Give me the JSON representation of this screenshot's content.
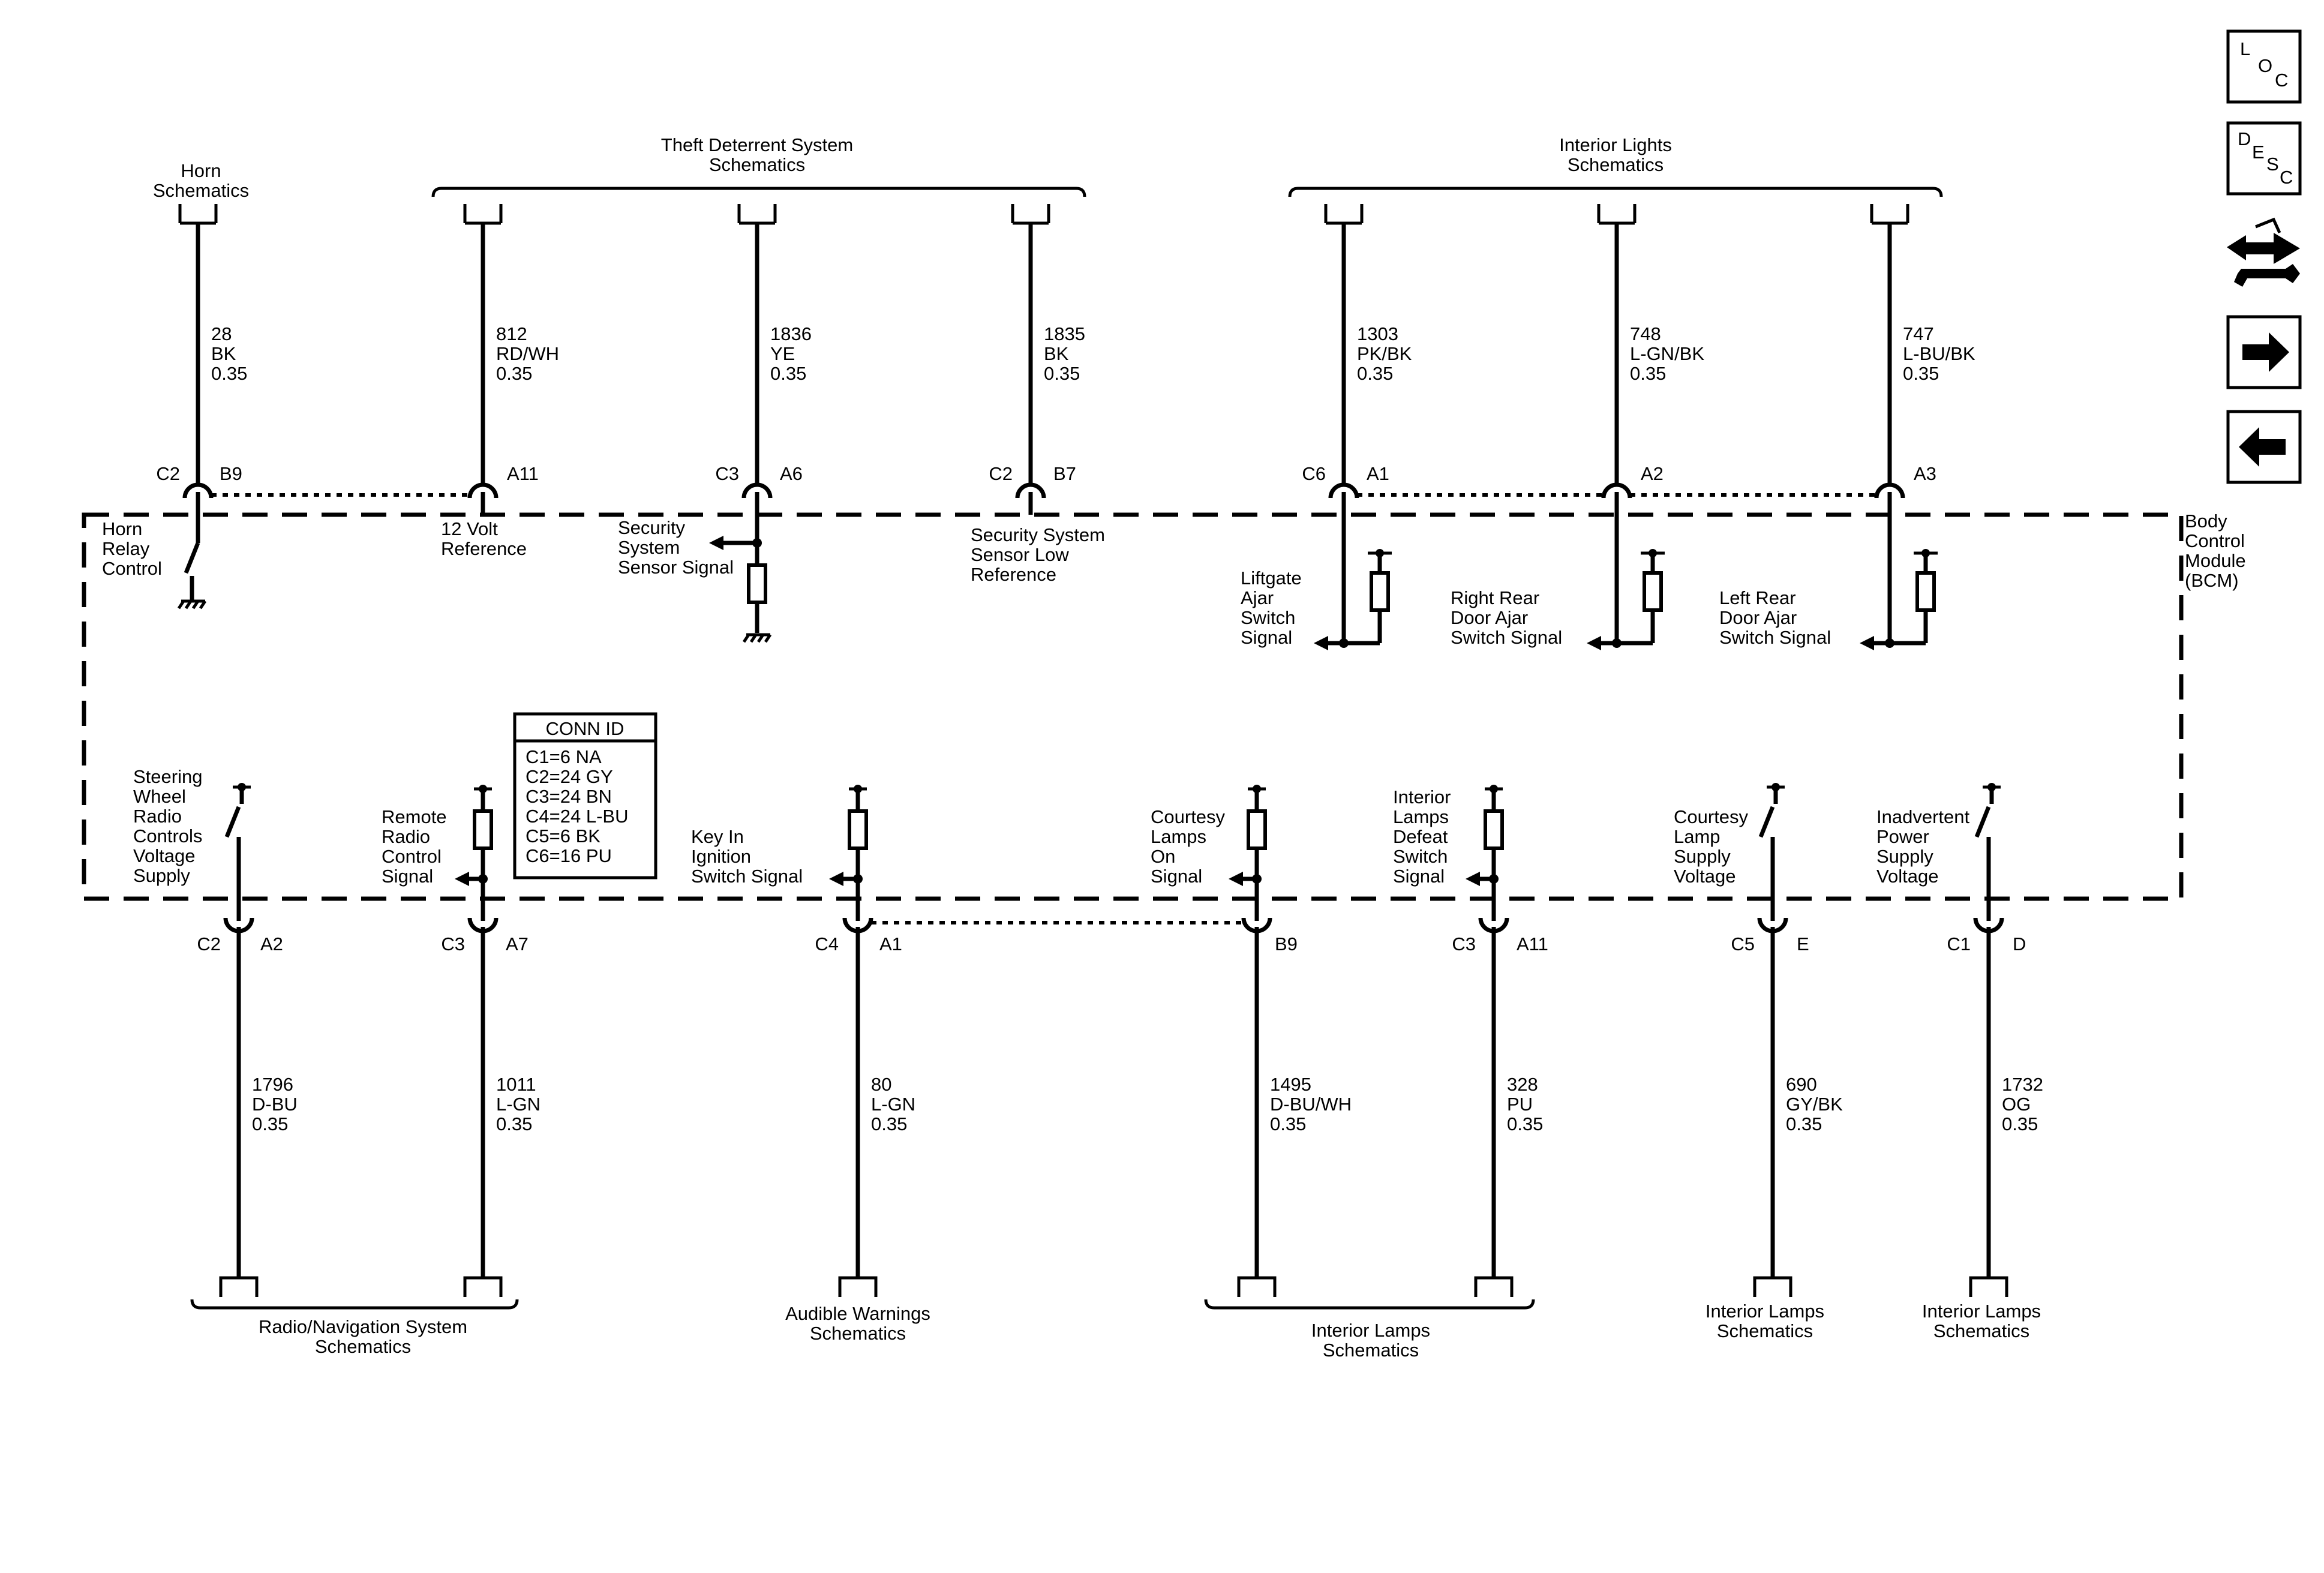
{
  "module": {
    "label_lines": [
      "Body",
      "Control",
      "Module",
      "(BCM)"
    ]
  },
  "groups": {
    "horn": [
      "Horn",
      "Schematics"
    ],
    "theft": [
      "Theft Deterrent System",
      "Schematics"
    ],
    "interior_lights": [
      "Interior Lights",
      "Schematics"
    ],
    "radio_nav": [
      "Radio/Navigation System",
      "Schematics"
    ],
    "audible": [
      "Audible Warnings",
      "Schematics"
    ],
    "interior_lamps_bracket": [
      "Interior Lamps",
      "Schematics"
    ],
    "interior_lamps_1": [
      "Interior Lamps",
      "Schematics"
    ],
    "interior_lamps_2": [
      "Interior Lamps",
      "Schematics"
    ]
  },
  "top_circuits": [
    {
      "id": "horn-relay",
      "conn": "C2",
      "pin": "B9",
      "circuit": "28",
      "color": "BK",
      "size": "0.35",
      "label_lines": [
        "Horn",
        "Relay",
        "Control"
      ]
    },
    {
      "id": "12v-ref",
      "conn": "",
      "pin": "A11",
      "circuit": "812",
      "color": "RD/WH",
      "size": "0.35",
      "label_lines": [
        "12 Volt",
        "Reference"
      ]
    },
    {
      "id": "security-signal",
      "conn": "C3",
      "pin": "A6",
      "circuit": "1836",
      "color": "YE",
      "size": "0.35",
      "label_lines": [
        "Security",
        "System",
        "Sensor Signal"
      ]
    },
    {
      "id": "security-low-ref",
      "conn": "C2",
      "pin": "B7",
      "circuit": "1835",
      "color": "BK",
      "size": "0.35",
      "label_lines": [
        "Security System",
        "Sensor Low",
        "Reference"
      ]
    },
    {
      "id": "liftgate",
      "conn": "C6",
      "pin": "A1",
      "circuit": "1303",
      "color": "PK/BK",
      "size": "0.35",
      "label_lines": [
        "Liftgate",
        "Ajar",
        "Switch",
        "Signal"
      ]
    },
    {
      "id": "right-rear-door",
      "conn": "",
      "pin": "A2",
      "circuit": "748",
      "color": "L-GN/BK",
      "size": "0.35",
      "label_lines": [
        "Right Rear",
        "Door Ajar",
        "Switch Signal"
      ]
    },
    {
      "id": "left-rear-door",
      "conn": "",
      "pin": "A3",
      "circuit": "747",
      "color": "L-BU/BK",
      "size": "0.35",
      "label_lines": [
        "Left Rear",
        "Door Ajar",
        "Switch Signal"
      ]
    }
  ],
  "bottom_circuits": [
    {
      "id": "steering-radio",
      "conn": "C2",
      "pin": "A2",
      "circuit": "1796",
      "color": "D-BU",
      "size": "0.35",
      "label_lines": [
        "Steering",
        "Wheel",
        "Radio",
        "Controls",
        "Voltage",
        "Supply"
      ]
    },
    {
      "id": "remote-radio",
      "conn": "C3",
      "pin": "A7",
      "circuit": "1011",
      "color": "L-GN",
      "size": "0.35",
      "label_lines": [
        "Remote",
        "Radio",
        "Control",
        "Signal"
      ]
    },
    {
      "id": "key-in",
      "conn": "C4",
      "pin": "A1",
      "circuit": "80",
      "color": "L-GN",
      "size": "0.35",
      "label_lines": [
        "Key In",
        "Ignition",
        "Switch Signal"
      ]
    },
    {
      "id": "courtesy-on",
      "conn": "",
      "pin": "B9",
      "circuit": "1495",
      "color": "D-BU/WH",
      "size": "0.35",
      "label_lines": [
        "Courtesy",
        "Lamps",
        "On",
        "Signal"
      ]
    },
    {
      "id": "lamps-defeat",
      "conn": "C3",
      "pin": "A11",
      "circuit": "328",
      "color": "PU",
      "size": "0.35",
      "label_lines": [
        "Interior",
        "Lamps",
        "Defeat",
        "Switch",
        "Signal"
      ]
    },
    {
      "id": "courtesy-supply",
      "conn": "C5",
      "pin": "E",
      "circuit": "690",
      "color": "GY/BK",
      "size": "0.35",
      "label_lines": [
        "Courtesy",
        "Lamp",
        "Supply",
        "Voltage"
      ]
    },
    {
      "id": "inadvertent-power",
      "conn": "C1",
      "pin": "D",
      "circuit": "1732",
      "color": "OG",
      "size": "0.35",
      "label_lines": [
        "Inadvertent",
        "Power",
        "Supply",
        "Voltage"
      ]
    }
  ],
  "conn_id": {
    "title": "CONN ID",
    "rows": [
      "C1=6 NA",
      "C2=24 GY",
      "C3=24 BN",
      "C4=24 L-BU",
      "C5=6 BK",
      "C6=16 PU"
    ]
  },
  "nav_icons": [
    {
      "name": "loc-icon",
      "letters": [
        "L",
        "O",
        "C"
      ]
    },
    {
      "name": "desc-icon",
      "letters": [
        "D",
        "E",
        "S",
        "C"
      ]
    },
    {
      "name": "connector-tool-icon"
    },
    {
      "name": "next-arrow-icon"
    },
    {
      "name": "previous-arrow-icon"
    }
  ]
}
